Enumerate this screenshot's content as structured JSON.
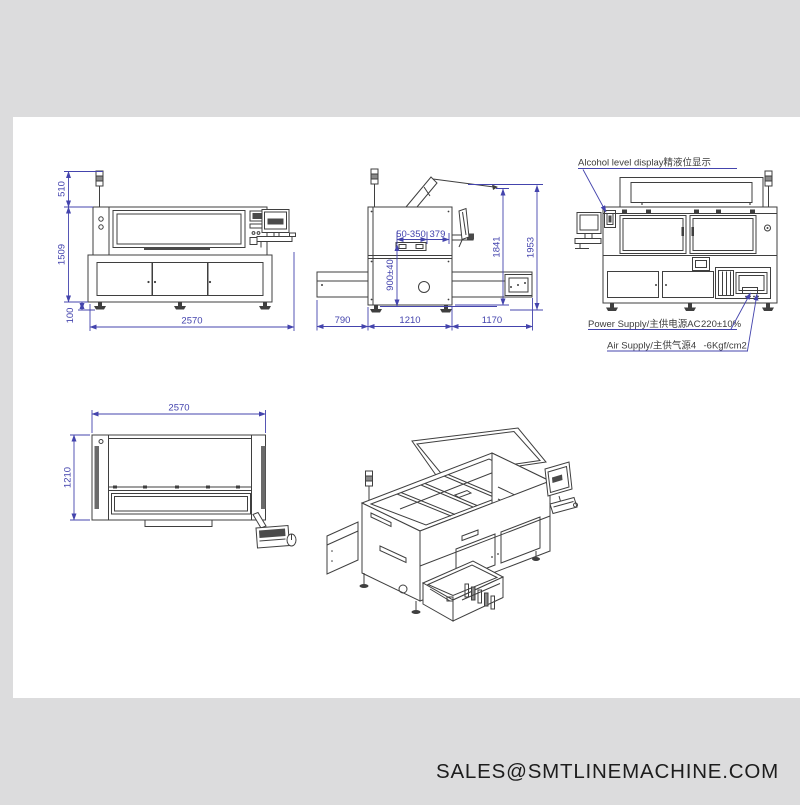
{
  "colors": {
    "canvas_background": "#dcdcdd",
    "sheet_background": "#ffffff",
    "drawing_line": "#3f3f3f",
    "dimension_blue": "#4444ad",
    "footer_text": "#1d1d1d"
  },
  "footer": {
    "email": "SALES@SMTLINEMACHINE.COM"
  },
  "front_view": {
    "dim_510": "510",
    "dim_1509": "1509",
    "dim_100": "100",
    "dim_2570": "2570"
  },
  "side_view": {
    "dim_pcb_range": "50-350",
    "dim_379": "379",
    "dim_work_height": "900±40",
    "dim_790": "790",
    "dim_1210": "1210",
    "dim_1170": "1170",
    "dim_1841": "1841",
    "dim_1953": "1953"
  },
  "rear_view": {
    "alcohol_label": "Alcohol level display精液位显示",
    "power_label": "Power Supply/主供电源AC",
    "power_value": "220±10%",
    "air_label": "Air Supply/主供气源4",
    "air_value": "-6Kgf/cm2"
  },
  "top_view": {
    "dim_2570": "2570",
    "dim_1210": "1210"
  }
}
